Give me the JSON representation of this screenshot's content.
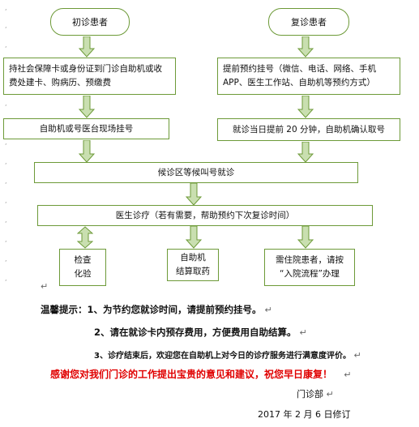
{
  "flowchart": {
    "start_first_visit": "初诊患者",
    "start_return_visit": "复诊患者",
    "step_card_register": "持社会保障卡或身份证到门诊自助机或收费处建卡、购病历、预缴费",
    "step_appointment": "提前预约挂号（微信、电话、网络、手机APP、医生工作站、自助机等预约方式）",
    "step_onsite_register": "自助机或号医台现场挂号",
    "step_confirm_number": "就诊当日提前 20 分钟，自助机确认取号",
    "step_wait": "候诊区等候叫号就诊",
    "step_consult": "医生诊疗（若有需要，帮助预约下次复诊时间）",
    "outcome_exam": "检查\n化验",
    "outcome_selfpay": "自助机\n结算取药",
    "outcome_admit": "需住院患者，请按\n“入院流程”办理"
  },
  "notice": {
    "label": "温馨提示：",
    "item1": "1、为节约您就诊时间，请提前预约挂号。",
    "item2": "2、请在就诊卡内预存费用，方便费用自助结算。",
    "item3": "3、诊疗结束后，欢迎您在自助机上对今日的诊疗服务进行满意度评价。",
    "thanks": "感谢您对我们门诊的工作提出宝贵的意见和建议，祝您早日康复！"
  },
  "signature": {
    "department": "门诊部",
    "revision_date": "2017 年 2 月 6 日修订"
  },
  "colors": {
    "border": "#6d9a38",
    "arrow_fill": "#c9dfb0",
    "thanks_text": "#e00000"
  },
  "icons": [
    "down-arrow-icon",
    "up-down-arrow-icon",
    "return-mark-icon"
  ]
}
